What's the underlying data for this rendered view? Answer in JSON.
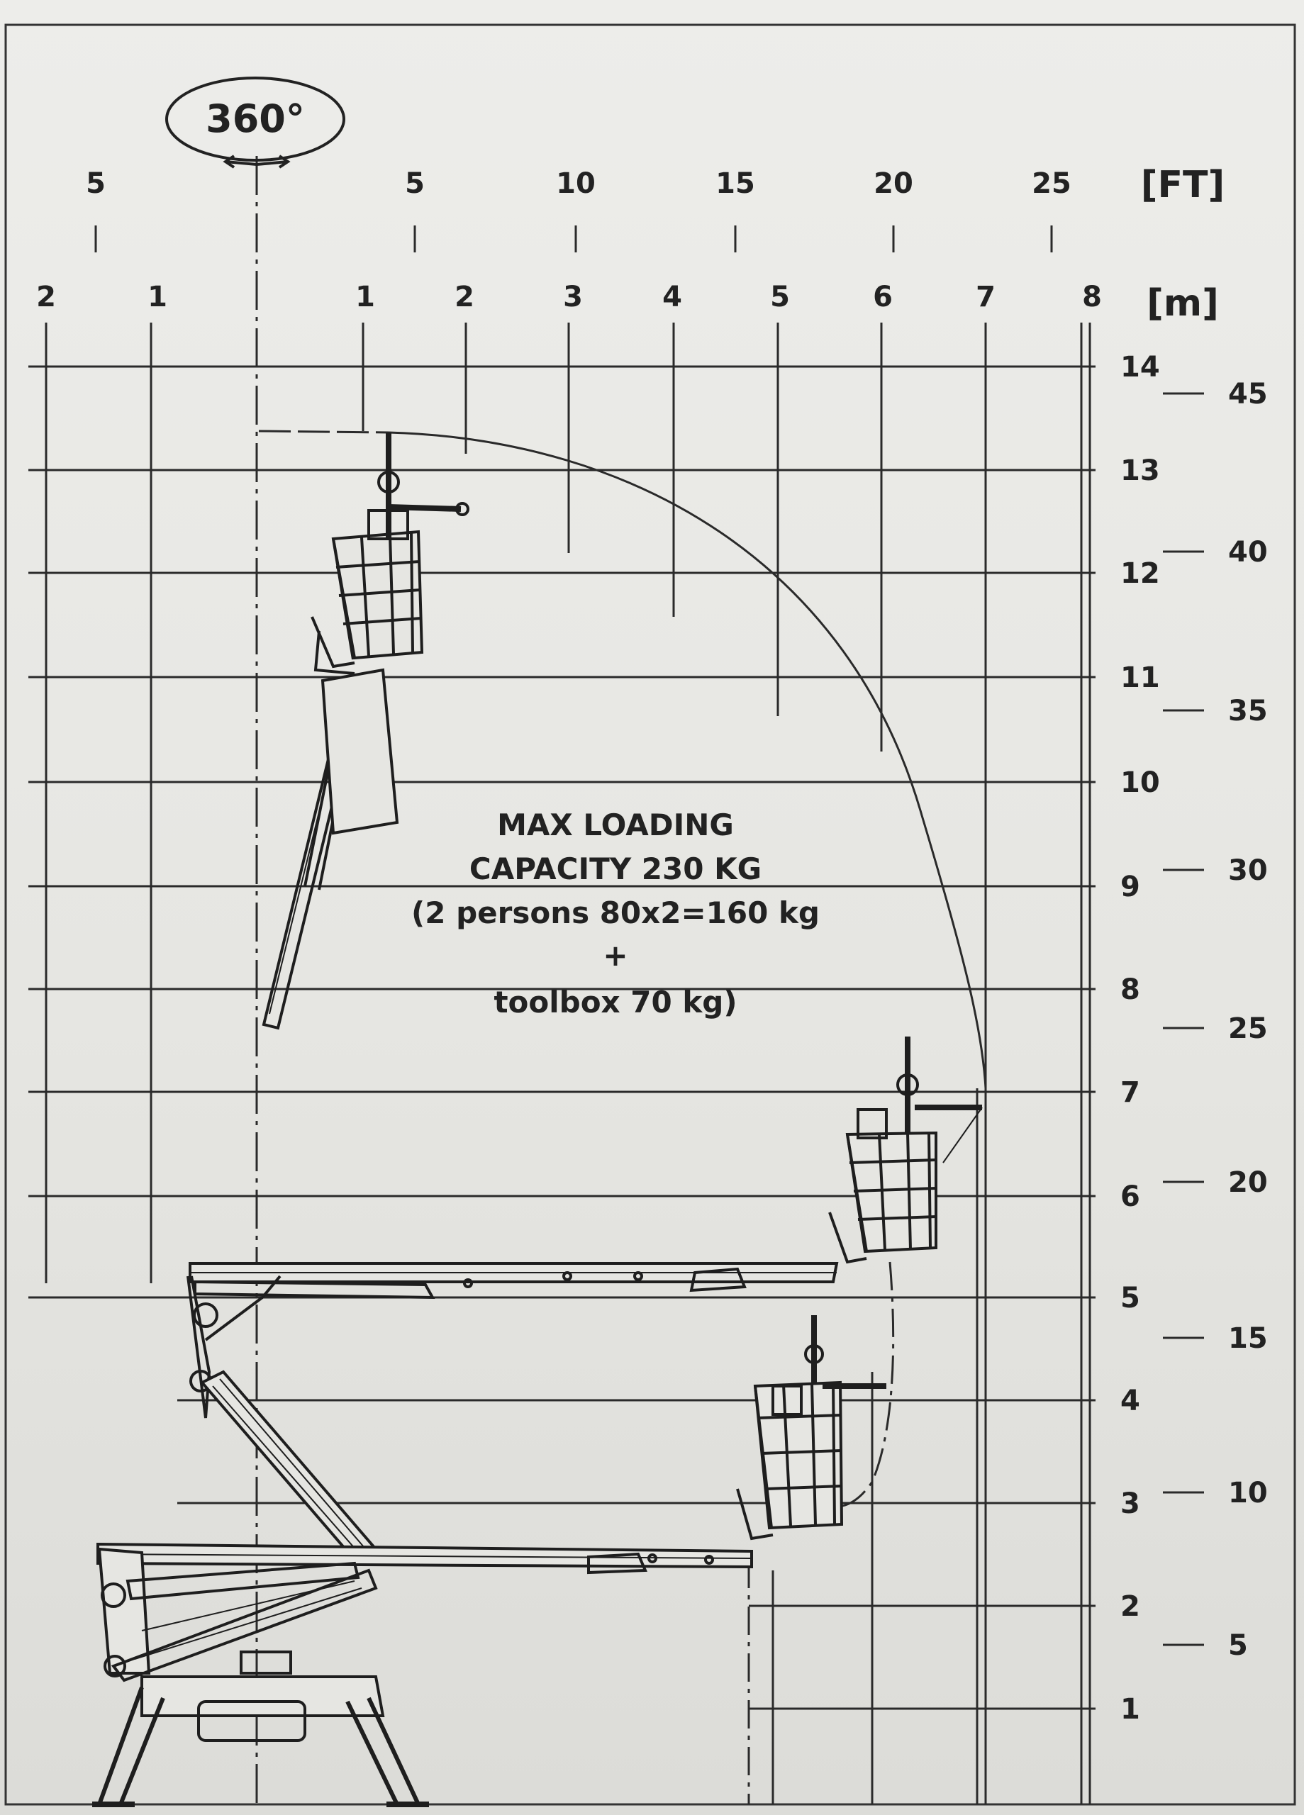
{
  "rotation_badge": "360°",
  "units": {
    "feet": "[FT]",
    "meters": "[m]"
  },
  "ft_top_ticks": [
    "5",
    "5",
    "10",
    "15",
    "20",
    "25"
  ],
  "m_top_ticks": [
    "2",
    "1",
    "1",
    "2",
    "3",
    "4",
    "5",
    "6",
    "7",
    "8"
  ],
  "m_height_ticks": [
    "14",
    "13",
    "12",
    "11",
    "10",
    "9",
    "8",
    "7",
    "6",
    "5",
    "4",
    "3",
    "2",
    "1"
  ],
  "ft_height_ticks": [
    "45",
    "40",
    "35",
    "30",
    "25",
    "20",
    "15",
    "10",
    "5"
  ],
  "capacity": {
    "line1": "MAX LOADING",
    "line2": "CAPACITY 230 KG",
    "line3": "(2 persons 80x2=160 kg",
    "line4": "+",
    "line5": "toolbox 70 kg)"
  }
}
